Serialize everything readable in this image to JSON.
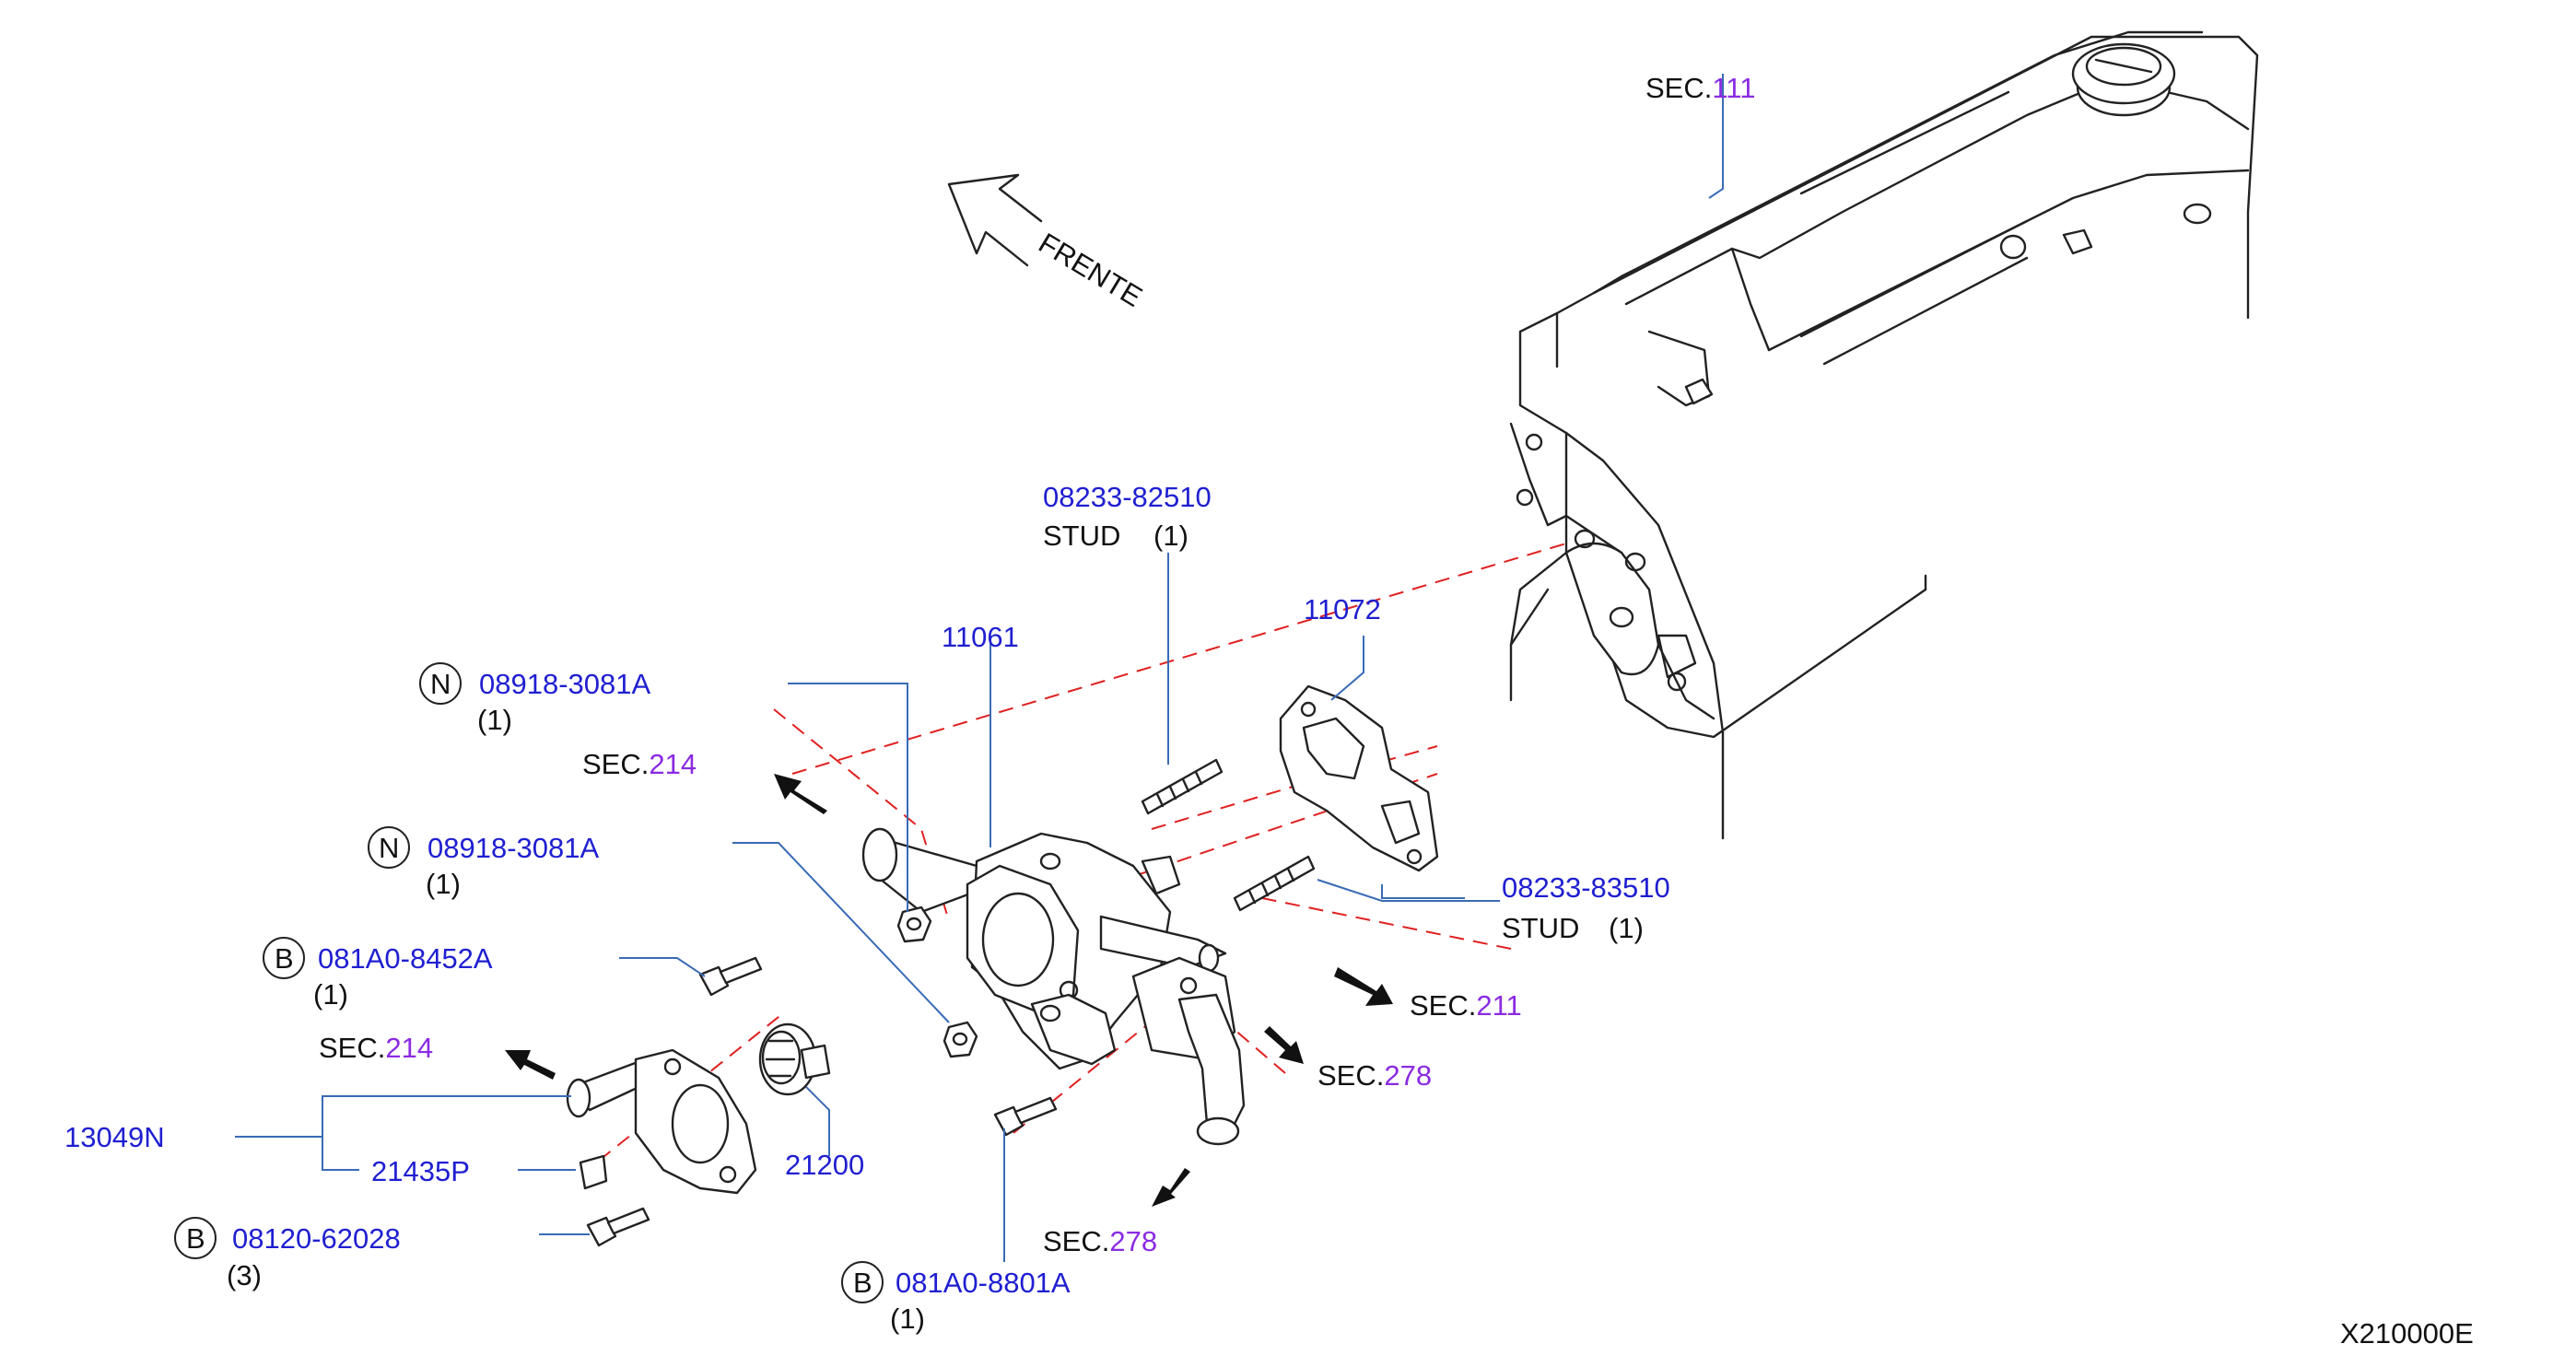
{
  "direction": {
    "label": "FRENTE"
  },
  "diagram_id": "X210000E",
  "sections": [
    {
      "prefix": "SEC.",
      "number": "111"
    },
    {
      "prefix": "SEC.",
      "number": "214"
    },
    {
      "prefix": "SEC.",
      "number": "214"
    },
    {
      "prefix": "SEC.",
      "number": "211"
    },
    {
      "prefix": "SEC.",
      "number": "278"
    },
    {
      "prefix": "SEC.",
      "number": "278"
    }
  ],
  "parts": {
    "stud_upper": {
      "number": "08233-82510",
      "desc": "STUD",
      "qty": "(1)"
    },
    "gasket": {
      "number": "11072"
    },
    "water_outlet": {
      "number": "11061"
    },
    "nut_upper": {
      "badge": "N",
      "number": "08918-3081A",
      "qty": "(1)"
    },
    "nut_lower": {
      "badge": "N",
      "number": "08918-3081A",
      "qty": "(1)"
    },
    "stud_lower": {
      "number": "08233-83510",
      "desc": "STUD",
      "qty": "(1)"
    },
    "bolt_a": {
      "badge": "B",
      "number": "081A0-8452A",
      "qty": "(1)"
    },
    "housing": {
      "number": "13049N"
    },
    "gasket_small": {
      "number": "21435P"
    },
    "thermostat": {
      "number": "21200"
    },
    "bolt_b": {
      "badge": "B",
      "number": "08120-62028",
      "qty": "(3)"
    },
    "bolt_c": {
      "badge": "B",
      "number": "081A0-8801A",
      "qty": "(1)"
    }
  }
}
